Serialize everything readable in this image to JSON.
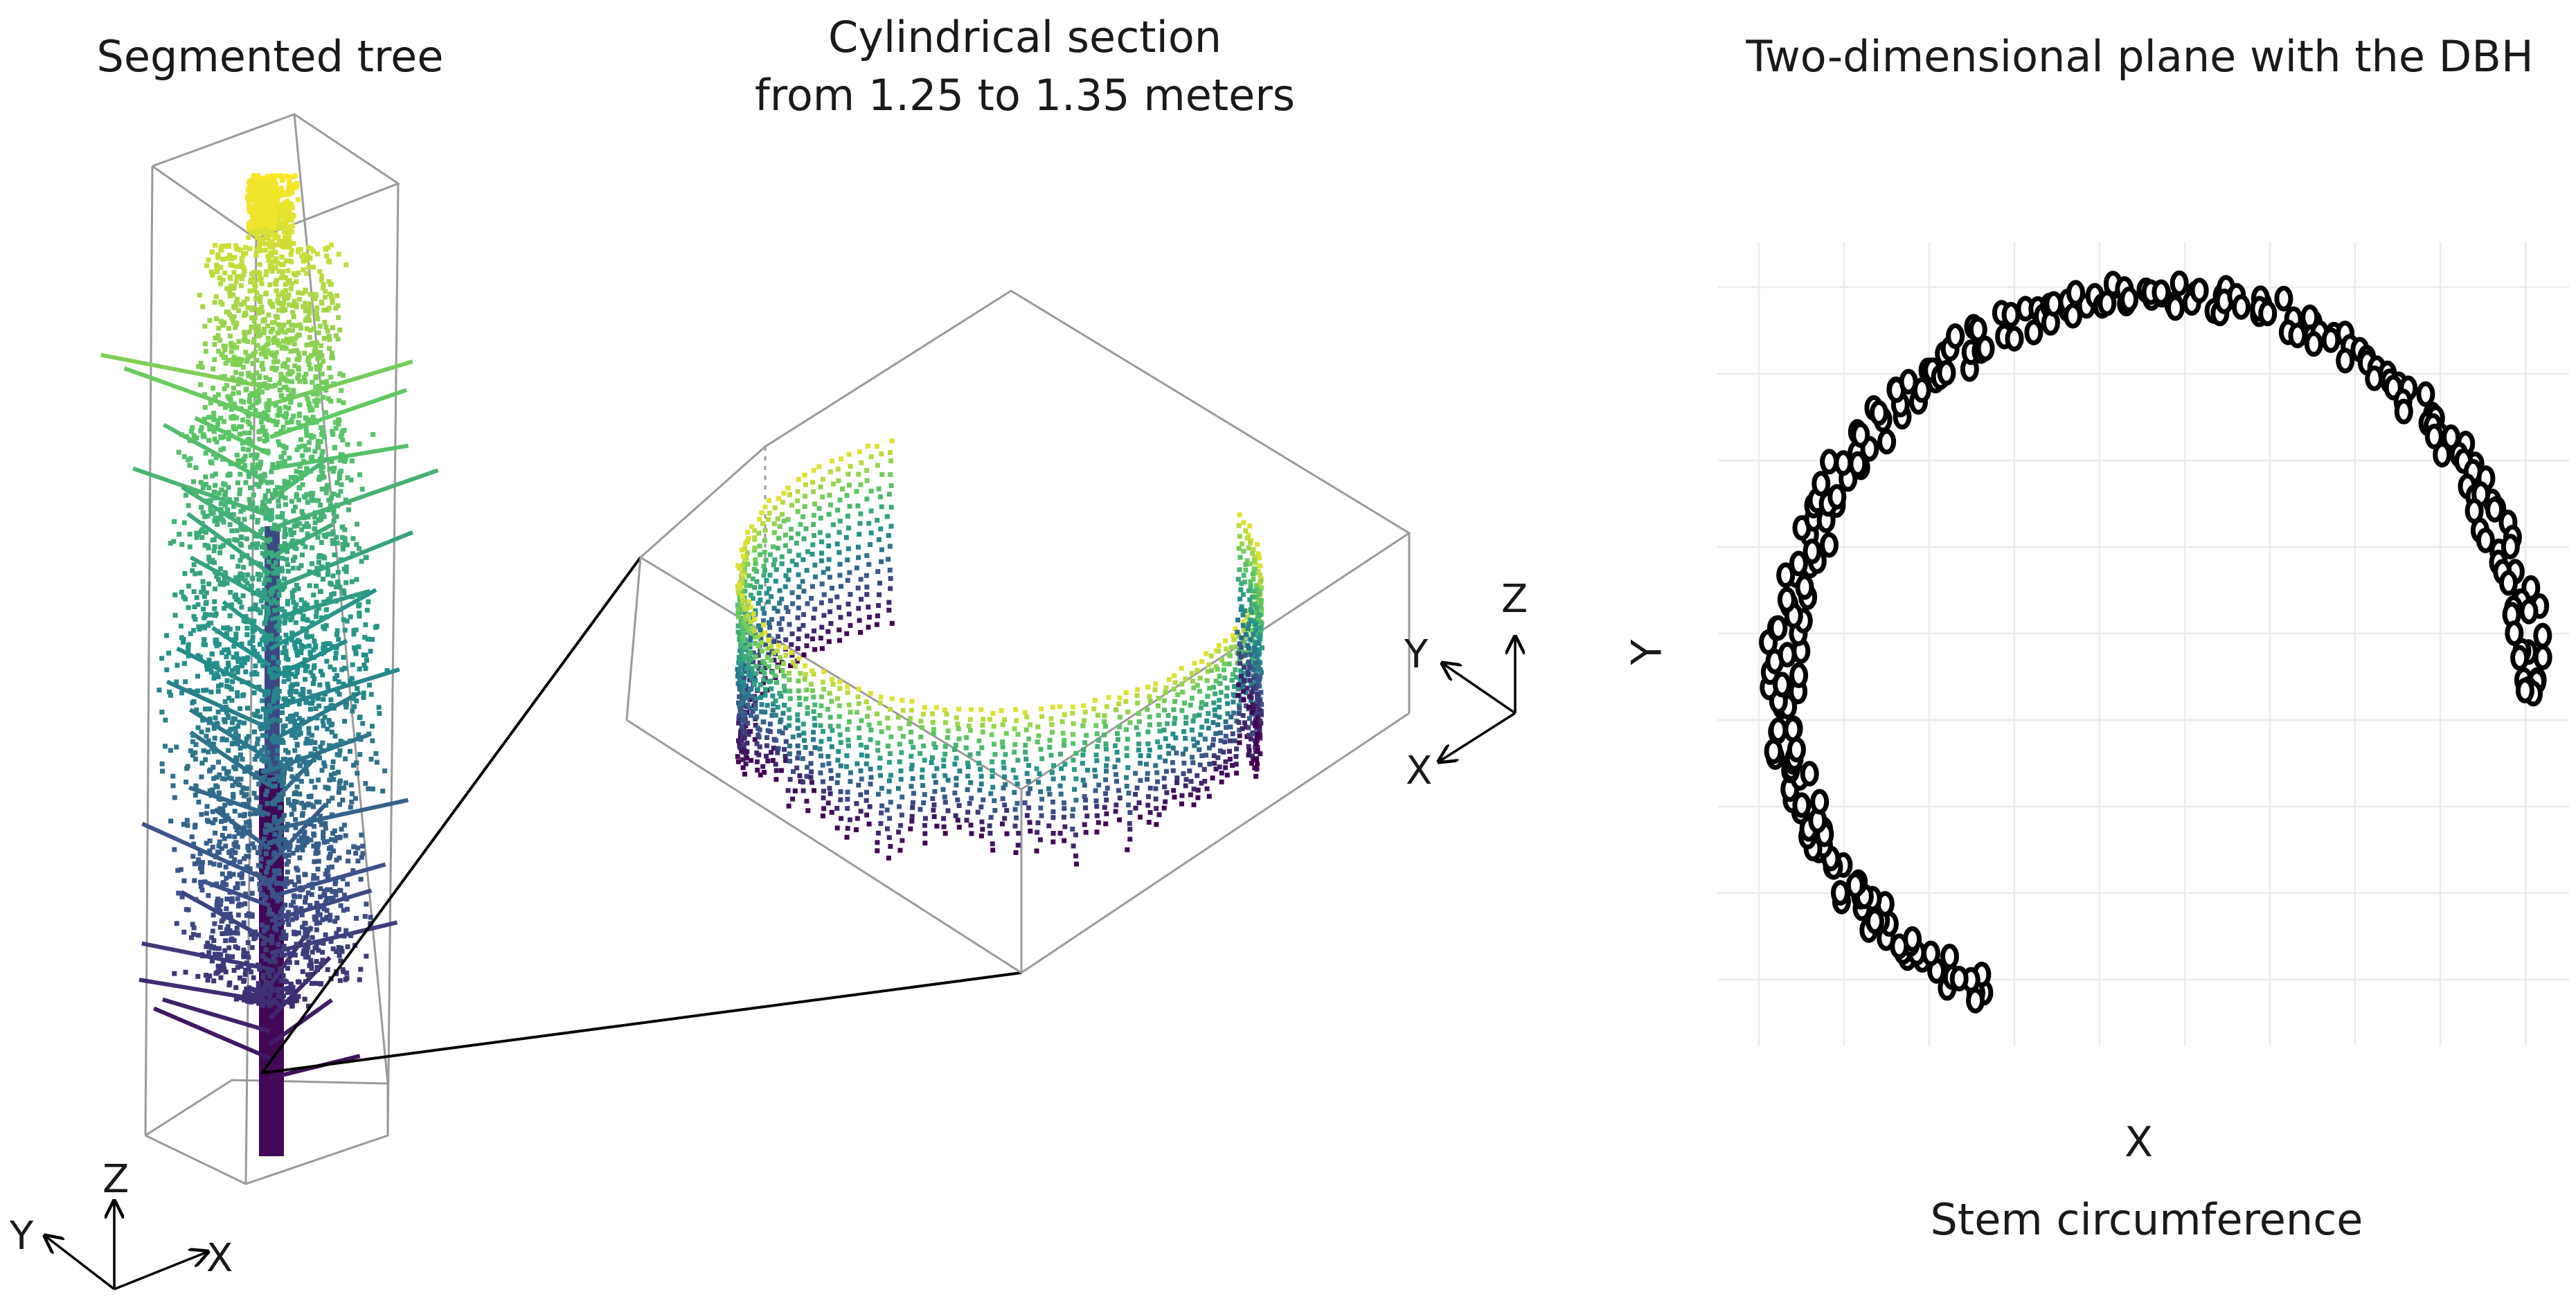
{
  "panels": {
    "tree": {
      "title": "Segmented tree",
      "axes": {
        "z": "Z",
        "y": "Y",
        "x": "X"
      }
    },
    "section": {
      "title_line1": "Cylindrical section",
      "title_line2": "from 1.25 to 1.35 meters",
      "axes": {
        "z": "Z",
        "y": "Y",
        "x": "X"
      }
    },
    "plane": {
      "title": "Two-dimensional plane with the DBH",
      "xlabel": "X",
      "ylabel": "Y",
      "caption": "Stem circumference"
    }
  },
  "colors": {
    "viridis": [
      "#440154",
      "#3b528b",
      "#21918c",
      "#5ec962",
      "#fde725"
    ],
    "box_edge": "#9a9a9a",
    "grid": "#ebebeb",
    "marker_stroke": "#000000"
  }
}
